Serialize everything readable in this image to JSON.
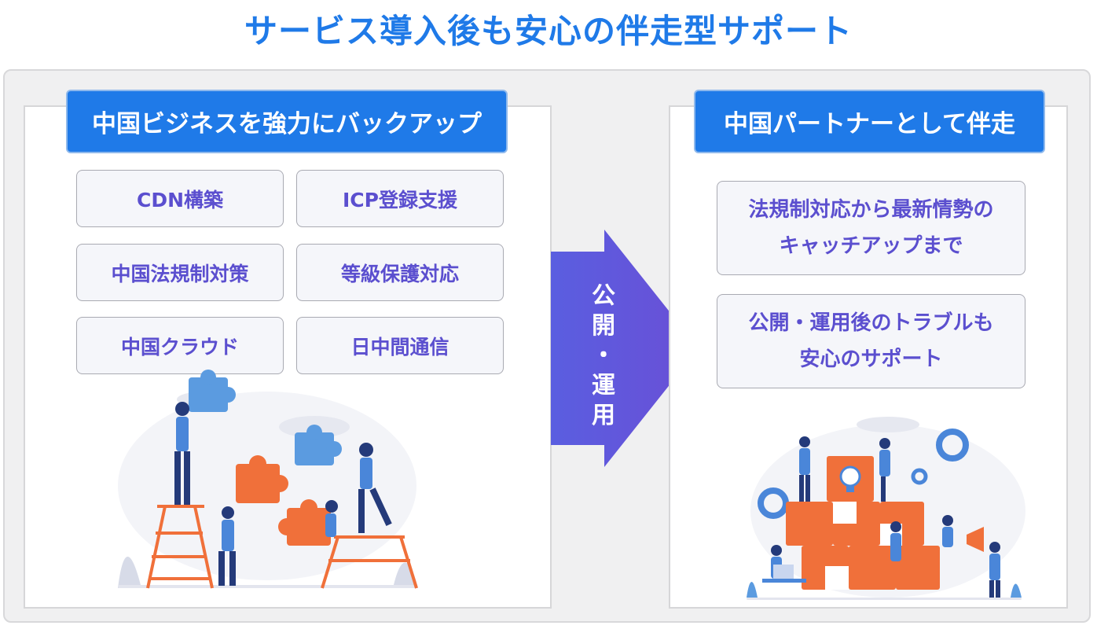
{
  "title": "サービス導入後も安心の伴走型サポート",
  "left": {
    "heading": "中国ビジネスを強力にバックアップ",
    "items": [
      "CDN構築",
      "ICP登録支援",
      "中国法規制対策",
      "等級保護対応",
      "中国クラウド",
      "日中間通信"
    ]
  },
  "arrow": {
    "label_chars": [
      "公",
      "開",
      "・",
      "運",
      "用"
    ]
  },
  "right": {
    "heading": "中国パートナーとして伴走",
    "cards": [
      {
        "line1": "法規制対応から最新情勢の",
        "line2": "キャッチアップまで"
      },
      {
        "line1": "公開・運用後のトラブルも",
        "line2": "安心のサポート"
      }
    ]
  },
  "colors": {
    "accent_blue": "#1f7ae8",
    "card_text": "#5b4fcf",
    "arrow_from": "#5a5ee0",
    "arrow_to": "#6a4fd6",
    "puzzle_orange": "#f0703a",
    "puzzle_blue": "#5b9be0",
    "figure_navy": "#243a7a"
  },
  "icons": {
    "left_illustration": "teamwork-puzzle-illustration",
    "right_illustration": "partnership-puzzle-illustration"
  }
}
